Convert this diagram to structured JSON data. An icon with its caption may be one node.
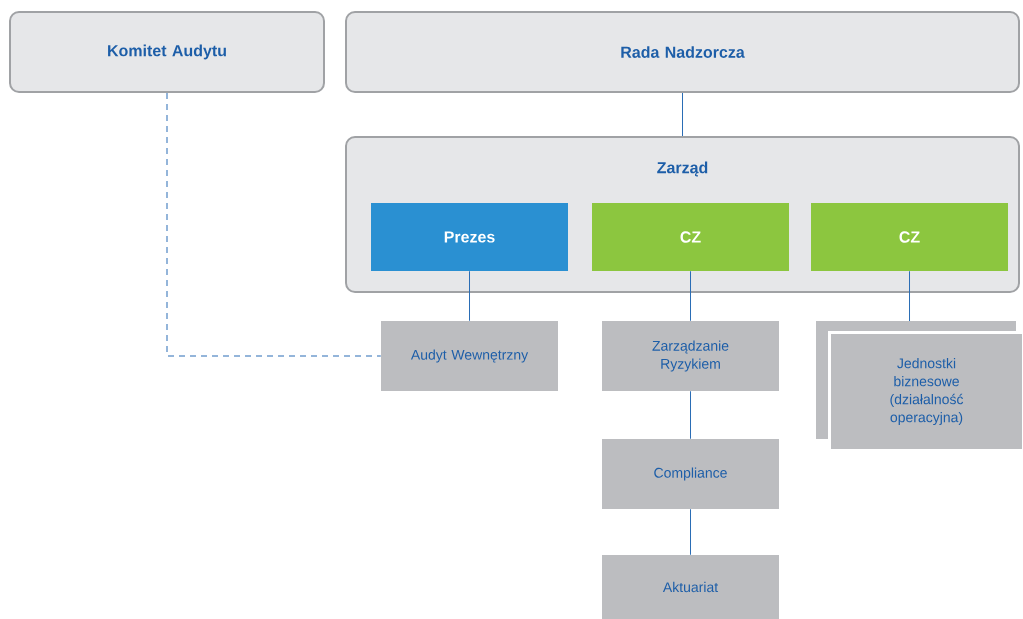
{
  "diagram": {
    "nodes": [
      {
        "text": [
          "Komitet Audytu"
        ]
      },
      {
        "text": [
          "Rada Nadzorcza"
        ]
      },
      {
        "text": [
          "Zarząd"
        ]
      },
      {
        "text": [
          "Prezes"
        ],
        "in": 2
      },
      {
        "text": [
          "CZ"
        ],
        "in": 2
      },
      {
        "text": [
          "CZ"
        ],
        "in": 2
      },
      {
        "text": [
          "Audyt Wewnętrzny"
        ]
      },
      {
        "text": [
          "Zarządzanie Ryzykiem"
        ]
      },
      {
        "text": [
          "Compliance"
        ]
      },
      {
        "text": [
          "Aktuariat"
        ]
      },
      {
        "text": [
          "Jednostki biznesowe (działalność operacyjna)"
        ]
      }
    ],
    "edges": [
      {
        "from": 1,
        "to": 2,
        "arrow": "none"
      },
      {
        "from": 3,
        "to": 6,
        "arrow": "none"
      },
      {
        "from": 4,
        "to": 7,
        "arrow": "none"
      },
      {
        "from": 7,
        "to": 8,
        "arrow": "none"
      },
      {
        "from": 8,
        "to": 9,
        "arrow": "none"
      },
      {
        "from": 5,
        "to": 10,
        "arrow": "none"
      },
      {
        "from": 0,
        "to": 6,
        "arrow": "none",
        "style": "dashed"
      }
    ]
  }
}
